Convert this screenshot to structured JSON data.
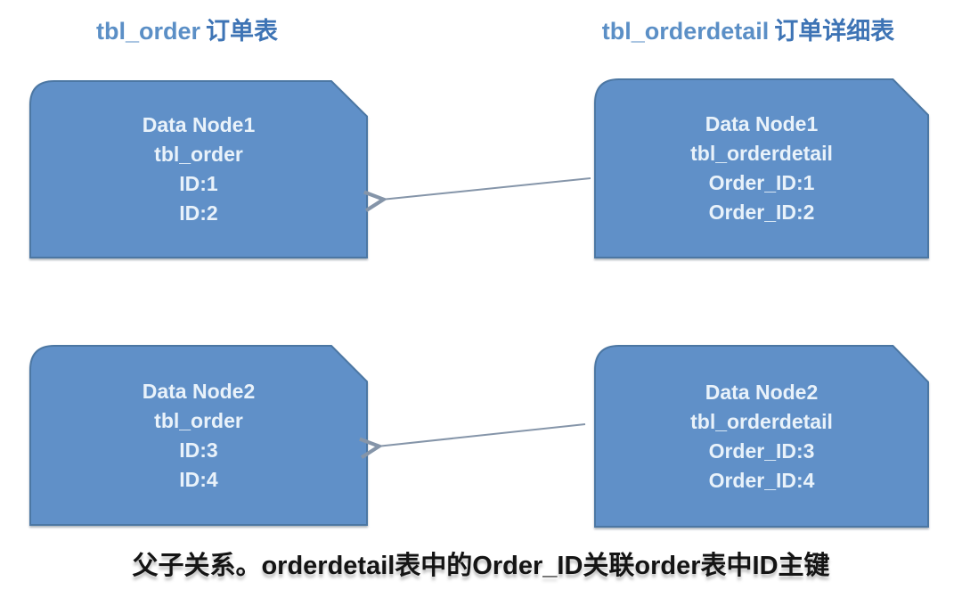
{
  "theme": {
    "background": "#ffffff",
    "node-fill": "#6090c8",
    "node-border": "#4c77a3",
    "node-text": "#e9f2fa",
    "header-latin": "#5b8fc6",
    "header-cjk": "#3e74b5",
    "arrow-color": "#8595a9",
    "caption-color": "#141414"
  },
  "headers": {
    "left": {
      "latin": "tbl_order",
      "cjk": "订单表"
    },
    "right": {
      "latin": "tbl_orderdetail",
      "cjk": "订单详细表"
    }
  },
  "nodes": [
    {
      "id": "order-node-1",
      "lines": [
        "Data Node1",
        "tbl_order",
        "ID:1",
        "ID:2"
      ]
    },
    {
      "id": "orderdetail-node-1",
      "lines": [
        "Data Node1",
        "tbl_orderdetail",
        "Order_ID:1",
        "Order_ID:2"
      ]
    },
    {
      "id": "order-node-2",
      "lines": [
        "Data Node2",
        "tbl_order",
        "ID:3",
        "ID:4"
      ]
    },
    {
      "id": "orderdetail-node-2",
      "lines": [
        "Data Node2",
        "tbl_orderdetail",
        "Order_ID:3",
        "Order_ID:4"
      ]
    }
  ],
  "arrows": [
    {
      "from": "orderdetail-node-1",
      "to": "order-node-1",
      "meaning": "Order_ID references ID"
    },
    {
      "from": "orderdetail-node-2",
      "to": "order-node-2",
      "meaning": "Order_ID references ID"
    }
  ],
  "caption": "父子关系。orderdetail表中的Order_ID关联order表中ID主键"
}
